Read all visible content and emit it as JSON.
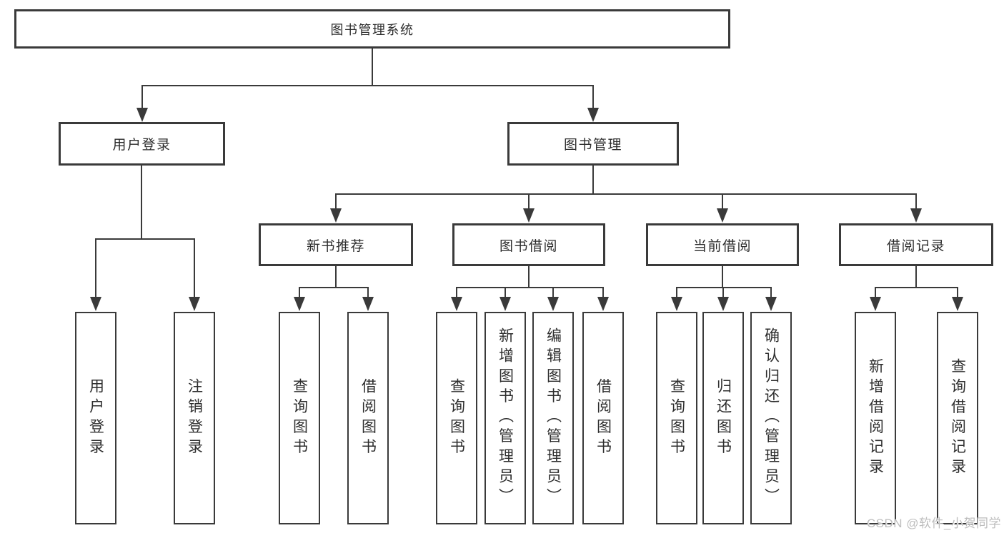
{
  "diagram_title": "图书管理系统",
  "tree": {
    "label": "图书管理系统",
    "children": [
      {
        "label": "用户登录",
        "children": [
          {
            "label": "用户登录"
          },
          {
            "label": "注销登录"
          }
        ]
      },
      {
        "label": "图书管理",
        "children": [
          {
            "label": "新书推荐",
            "children": [
              {
                "label": "查询图书"
              },
              {
                "label": "借阅图书"
              }
            ]
          },
          {
            "label": "图书借阅",
            "children": [
              {
                "label": "查询图书"
              },
              {
                "label": "新增图书（管理员）"
              },
              {
                "label": "编辑图书（管理员）"
              },
              {
                "label": "借阅图书"
              }
            ]
          },
          {
            "label": "当前借阅",
            "children": [
              {
                "label": "查询图书"
              },
              {
                "label": "归还图书"
              },
              {
                "label": "确认归还（管理员）"
              }
            ]
          },
          {
            "label": "借阅记录",
            "children": [
              {
                "label": "新增借阅记录"
              },
              {
                "label": "查询借阅记录"
              }
            ]
          }
        ]
      }
    ]
  },
  "watermark": "CSDN @软件_小贺同学",
  "colors": {
    "line": "#3a3a3a",
    "box_border": "#3a3a3a",
    "text": "#2d2d2d",
    "background": "#ffffff",
    "watermark": "#bdbdbd"
  }
}
